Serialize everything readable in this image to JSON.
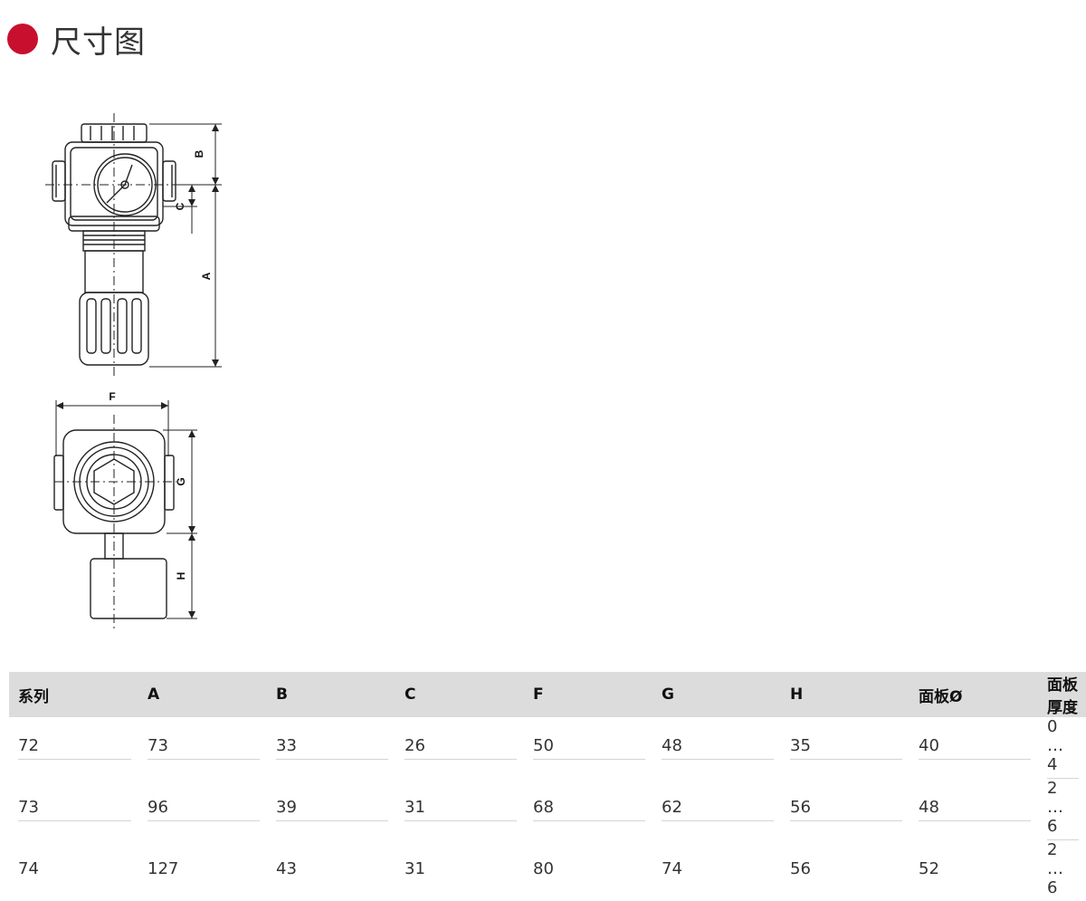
{
  "header": {
    "title": "尺寸图",
    "accent": "#c8102e"
  },
  "drawing": {
    "labels": {
      "A": "A",
      "B": "B",
      "C": "C",
      "F": "F",
      "G": "G",
      "H": "H"
    }
  },
  "table": {
    "headers": [
      "系列",
      "A",
      "B",
      "C",
      "F",
      "G",
      "H",
      "面板Ø",
      "面板厚度"
    ],
    "rows": [
      [
        "72",
        "73",
        "33",
        "26",
        "50",
        "48",
        "35",
        "40",
        "0 … 4"
      ],
      [
        "73",
        "96",
        "39",
        "31",
        "68",
        "62",
        "56",
        "48",
        "2 … 6"
      ],
      [
        "74",
        "127",
        "43",
        "31",
        "80",
        "74",
        "56",
        "52",
        "2 … 6"
      ]
    ]
  }
}
